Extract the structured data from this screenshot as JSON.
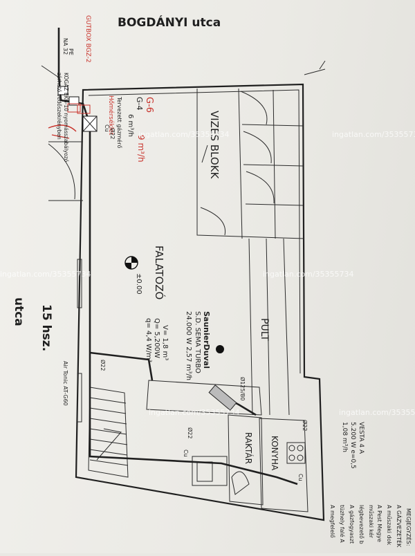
{
  "street_top": "BOGDÁNYI utca",
  "street_left": "utca",
  "house_number": "15 hsz.",
  "watermark": "ingatlan.com/35355734",
  "rooms": {
    "wc": "VIZES BLOKK",
    "dining": "FALATOZÓ",
    "counter": "PULT",
    "storage": "RAKTÁR",
    "kitchen": "KONYHA"
  },
  "level": "±0.00",
  "meter": {
    "type": "G-4",
    "flow": "6 m³/h",
    "planned": "Tervezett gázmérő",
    "handwritten_type": "G-6",
    "handwritten_flow": "9 m³/h",
    "handwritten_note": "Hőmérséklet"
  },
  "pipe": {
    "dn": "NA 32",
    "material": "PE",
    "note": "KÖGÁZ EKB-10 nyomásszabályozó zárható védőszekrényben",
    "handwritten": "GUTBOX BGZ-2"
  },
  "diameters": [
    "Ø22",
    "Ø22",
    "Ø125/80",
    "Ø22",
    "Ø22"
  ],
  "cu": [
    "Cu",
    "Cu",
    "Cu"
  ],
  "boiler": {
    "brand": "SaunierDuval",
    "model": "S.D. SEMA TURBO",
    "power": "24.000 W  2,57 m³/h"
  },
  "room_calc": {
    "volume": "V= 1,8 m³",
    "heat": "Q= 5,200W",
    "specific": "q= 4,4 W/m³"
  },
  "stove": {
    "model": "VESTA 4 A",
    "power": "5.200 W  e=0,5",
    "flow": "1,08 m³/h"
  },
  "air_device": "Air Tonic AT-G60",
  "notes": {
    "title": "MEGJEGYZÉS:",
    "line1": "A GÁZVEZETÉK",
    "line2": "A műszaki dok",
    "line3": "A Pest Megye",
    "line4": "műszaki kér",
    "line5": "légbevezető b",
    "line6": "A gázfogyaszt",
    "line7": "tüzhely falé A",
    "line8": "A megfelelő"
  }
}
